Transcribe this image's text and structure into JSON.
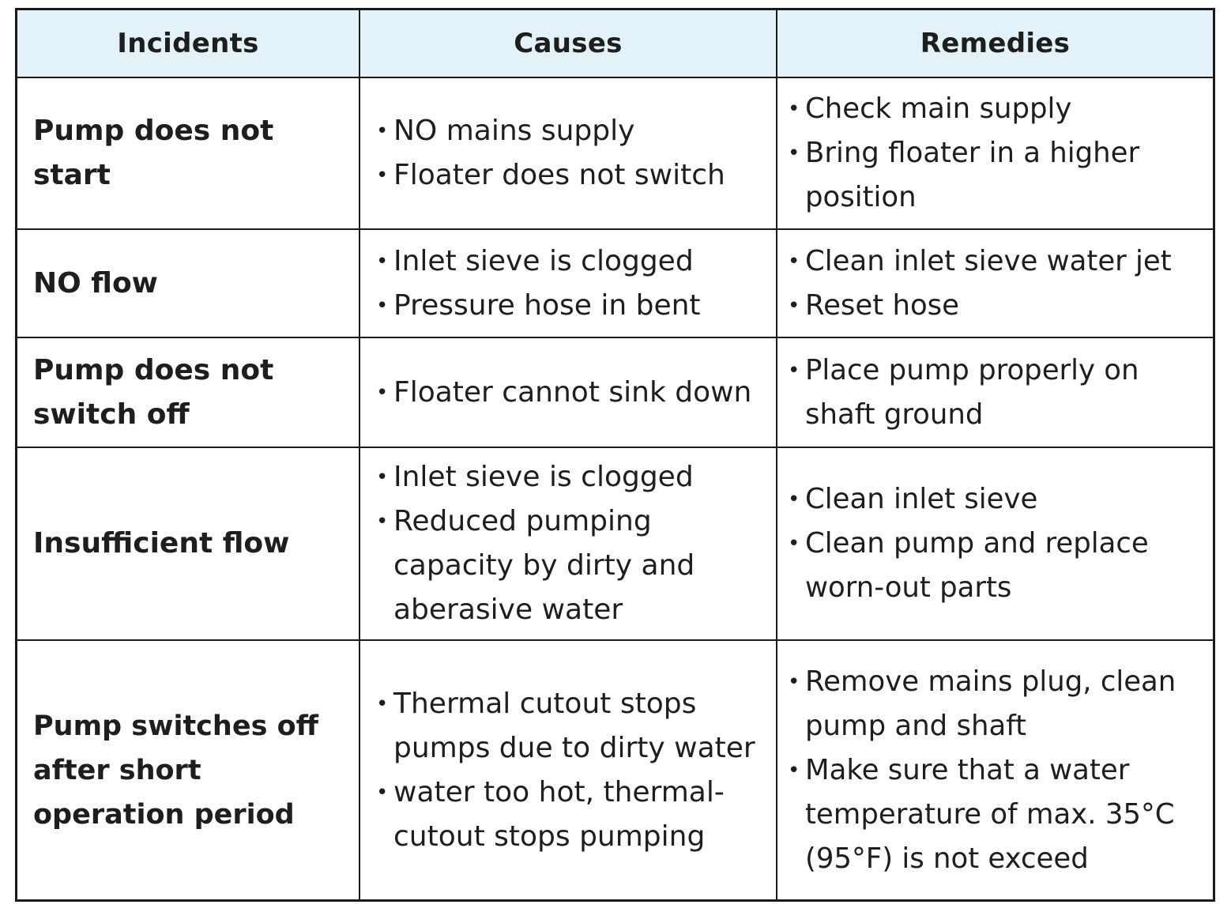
{
  "headers": {
    "incidents": "Incidents",
    "causes": "Causes",
    "remedies": "Remedies"
  },
  "rows": [
    {
      "incident": "Pump does not start",
      "causes": [
        "NO mains supply",
        "Floater does not switch"
      ],
      "remedies": [
        "Check main supply",
        "Bring floater in a higher position"
      ]
    },
    {
      "incident": "NO flow",
      "causes": [
        "Inlet sieve is clogged",
        "Pressure hose in bent"
      ],
      "remedies": [
        "Clean inlet sieve water jet",
        "Reset hose"
      ]
    },
    {
      "incident": "Pump does not switch off",
      "causes": [
        "Floater cannot sink down"
      ],
      "remedies": [
        "Place pump properly on shaft ground"
      ]
    },
    {
      "incident": "Insufficient flow",
      "causes": [
        "Inlet sieve is clogged",
        "Reduced pumping capacity by dirty and aberasive water"
      ],
      "remedies": [
        "Clean inlet sieve",
        "Clean pump and replace worn-out parts"
      ]
    },
    {
      "incident": "Pump switches off after short operation period",
      "causes": [
        "Thermal cutout stops pumps due to dirty water",
        "water too hot, thermal-cutout stops pumping"
      ],
      "remedies": [
        "Remove mains plug, clean pump and shaft",
        "Make sure that a water temperature of max. 35°C (95°F) is not exceed"
      ]
    }
  ]
}
